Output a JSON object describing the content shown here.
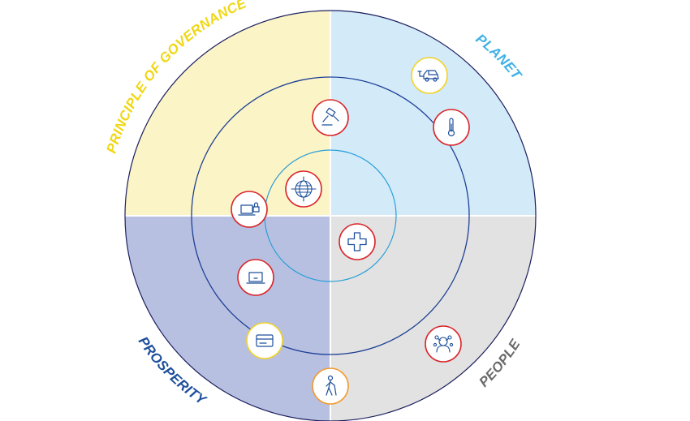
{
  "quadrants": [
    {
      "id": "governance",
      "label": "PRINCIPLE OF GOVERNANCE",
      "fill": "#fbf4c7",
      "label_color": "#f0d713"
    },
    {
      "id": "planet",
      "label": "PLANET",
      "fill": "#d3eaf9",
      "label_color": "#3fb2e6"
    },
    {
      "id": "people",
      "label": "PEOPLE",
      "fill": "#e2e2e2",
      "label_color": "#6b6b6b"
    },
    {
      "id": "prosperity",
      "label": "PROSPERITY",
      "fill": "#b8c0e2",
      "label_color": "#1d4f9c"
    }
  ],
  "rings": [
    {
      "id": "outer",
      "color": "#1c1f5e"
    },
    {
      "id": "middle",
      "color": "#1c3f94"
    },
    {
      "id": "inner",
      "color": "#2a9fd6"
    }
  ],
  "icons": [
    {
      "name": "electric-car-icon",
      "border": "#f2d32a"
    },
    {
      "name": "thermometer-icon",
      "border": "#d9262b"
    },
    {
      "name": "gavel-icon",
      "border": "#d9262b"
    },
    {
      "name": "globe-target-icon",
      "border": "#d9262b"
    },
    {
      "name": "laptop-lock-icon",
      "border": "#d9262b"
    },
    {
      "name": "medical-cross-icon",
      "border": "#d9262b"
    },
    {
      "name": "laptop-icon",
      "border": "#d9262b"
    },
    {
      "name": "credit-card-icon",
      "border": "#f2d32a"
    },
    {
      "name": "virus-person-icon",
      "border": "#d9262b"
    },
    {
      "name": "elderly-walker-icon",
      "border": "#f29a2e"
    }
  ],
  "icon_stroke": "#1d4f9c"
}
